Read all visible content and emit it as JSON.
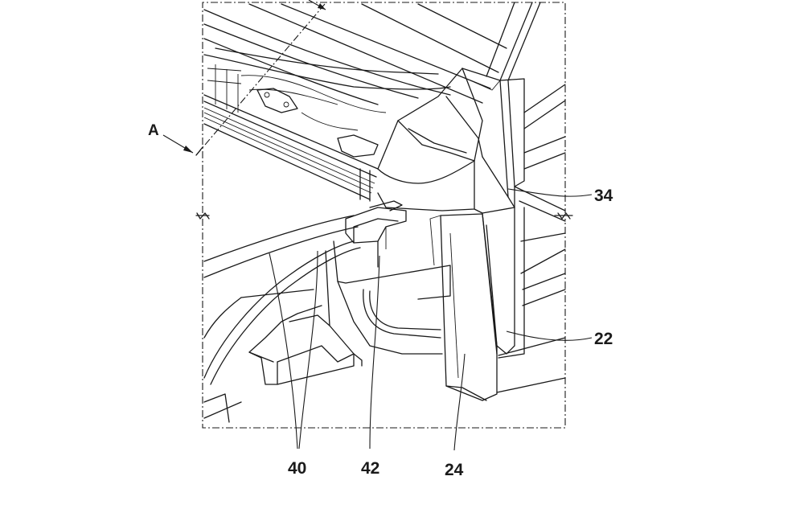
{
  "figure": {
    "section_marker": "A",
    "reference_numerals": {
      "upper_right": "34",
      "middle_right": "22",
      "bottom_left": "40",
      "bottom_middle": "42",
      "bottom_right": "24"
    }
  }
}
